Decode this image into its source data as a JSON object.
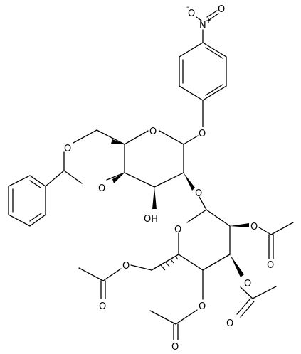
{
  "diagram": {
    "type": "chemical-structure",
    "labels": {
      "nitro_o_minus": "O",
      "nitro_minus_sign": "-",
      "nitro_n": "N",
      "nitro_plus_sign": "+",
      "nitro_o_double": "O",
      "aryl_ether_o": "O",
      "pyran_ring_o": "O",
      "acetal_o_top": "O",
      "acetal_o_bottom": "O",
      "glycosidic_o": "O",
      "hydroxyl": "OH",
      "sugar_ring_o": "O",
      "ester_o_c6": "O",
      "carbonyl_o_c6": "O",
      "ester_o_c2": "O",
      "carbonyl_o_c2": "O",
      "ester_o_c3": "O",
      "carbonyl_o_c3": "O",
      "ester_o_c4": "O",
      "carbonyl_o_c4": "O"
    }
  }
}
